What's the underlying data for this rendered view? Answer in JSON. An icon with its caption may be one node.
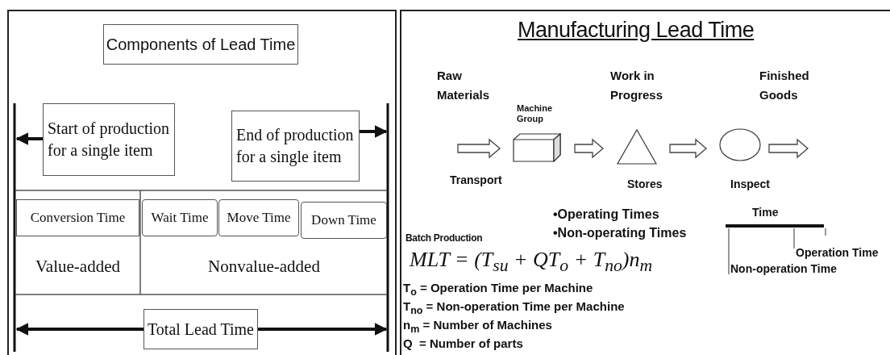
{
  "diagram": {
    "title": "Manufacturing Lead Time",
    "nodes": [
      {
        "text": [
          "Components of Lead Time"
        ]
      },
      {
        "text": [
          "Start of production for a single item"
        ]
      },
      {
        "text": [
          "End of production for a single item"
        ]
      },
      {
        "text": [
          "Conversion Time"
        ]
      },
      {
        "text": [
          "Wait Time"
        ]
      },
      {
        "text": [
          "Move Time"
        ]
      },
      {
        "text": [
          "Down Time"
        ]
      },
      {
        "text": [
          "Value-added"
        ]
      },
      {
        "text": [
          "Nonvalue-added"
        ]
      },
      {
        "text": [
          "Total Lead Time"
        ]
      },
      {
        "text": [],
        "shape": "box",
        "beside": [
          "Machine Group"
        ]
      },
      {
        "text": [],
        "shape": "triangle",
        "beside": [
          "Stores"
        ]
      },
      {
        "text": [],
        "shape": "circle",
        "beside": [
          "Inspect"
        ]
      }
    ],
    "edges": [
      {
        "from": 1,
        "to": null,
        "arrow": "to"
      },
      {
        "from": 2,
        "to": null,
        "arrow": "to"
      },
      {
        "from": 9,
        "to": null,
        "arrow": "to"
      },
      {
        "from": 9,
        "to": null,
        "arrow": "to"
      },
      {
        "from": null,
        "to": 10,
        "arrow": "to",
        "label": "Transport"
      },
      {
        "from": 10,
        "to": 11,
        "arrow": "to"
      },
      {
        "from": 11,
        "to": 12,
        "arrow": "to"
      },
      {
        "from": 12,
        "to": null,
        "arrow": "to"
      }
    ],
    "labels": [
      "Raw Materials",
      "Work in Progress",
      "Finished Goods",
      "•Operating Times",
      "•Non-operating Times",
      "Time",
      "Batch Production",
      "Operation Time",
      "Non-operation Time",
      "MLT = (T$_{su}$ + QT$_{o}$ + T$_{no}$)n$_{m}$",
      "T$_{o}$ = Operation Time per Machine",
      "T$_{no}$ = Non-operation Time per Machine",
      "n$_{m}$ = Number of Machines",
      "Q  = Number of parts"
    ]
  }
}
